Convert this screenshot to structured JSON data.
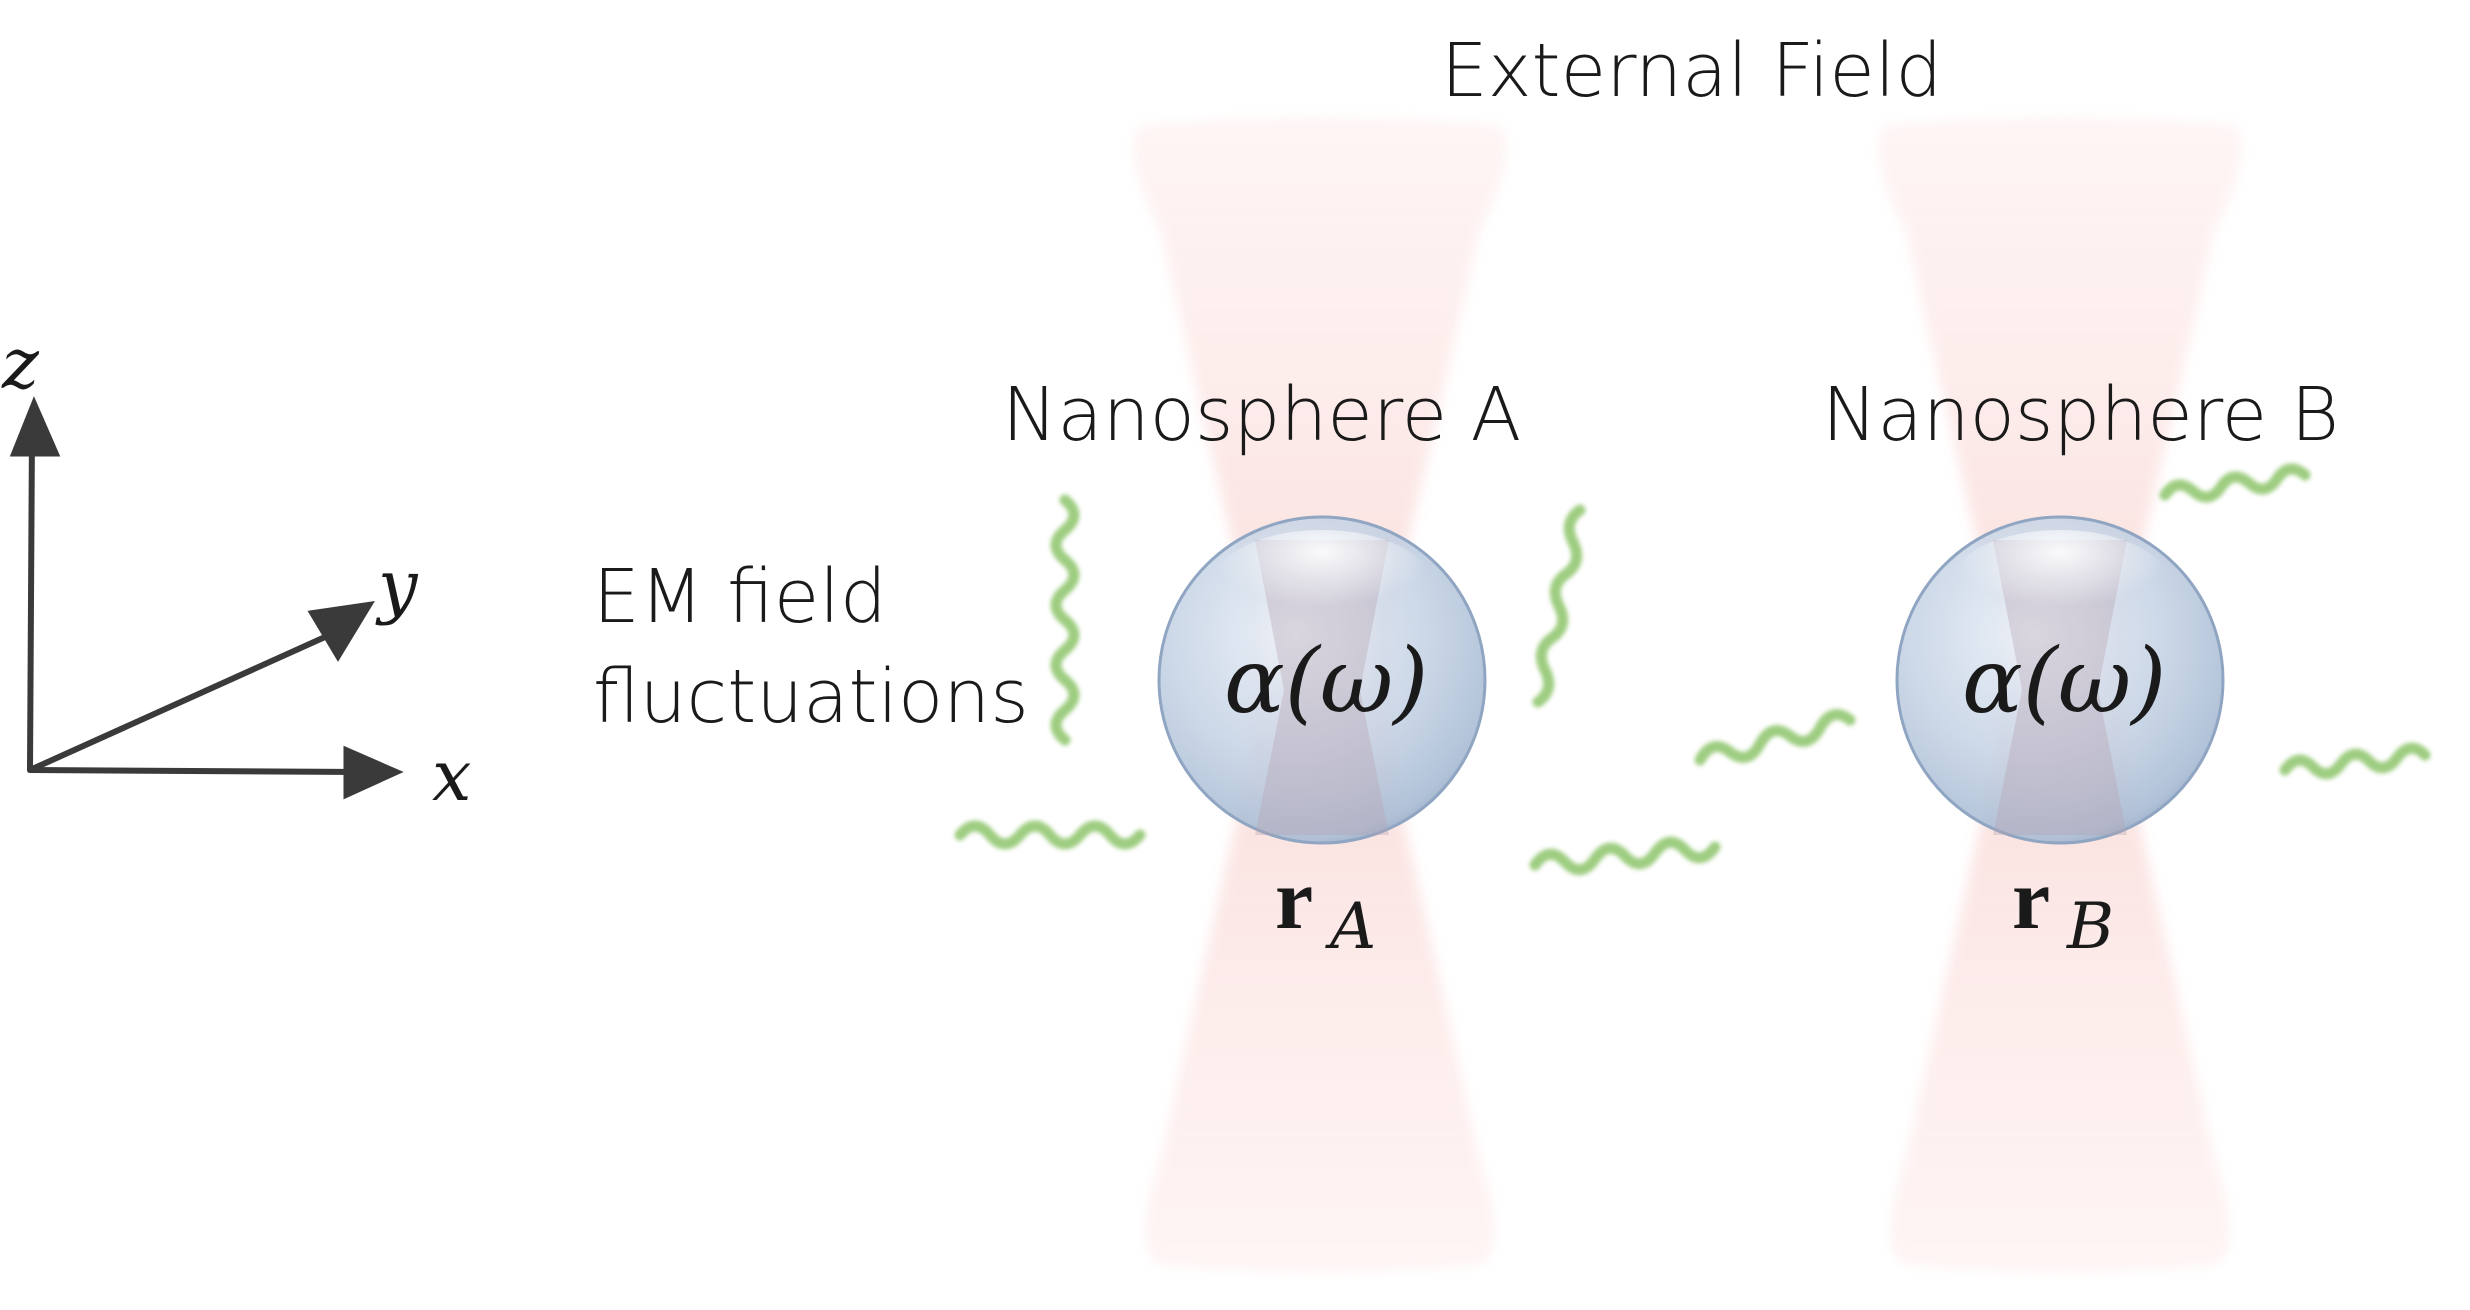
{
  "external_field": {
    "title": "External Field"
  },
  "em_field": {
    "line1": "EM field",
    "line2": "fluctuations"
  },
  "axes": {
    "z": "z",
    "y": "y",
    "x": "x"
  },
  "nanosphere_a": {
    "title": "Nanosphere A",
    "polarizability": "α(ω)",
    "position_symbol": "r",
    "position_subscript": "A"
  },
  "nanosphere_b": {
    "title": "Nanosphere B",
    "polarizability": "α(ω)",
    "position_symbol": "r",
    "position_subscript": "B"
  },
  "colors": {
    "beam": "#f7c6c2",
    "sphere": "#c9d6e6",
    "fluctuation": "#8dc46a",
    "axes": "#3a3a3a",
    "text": "#1a1a1a"
  }
}
